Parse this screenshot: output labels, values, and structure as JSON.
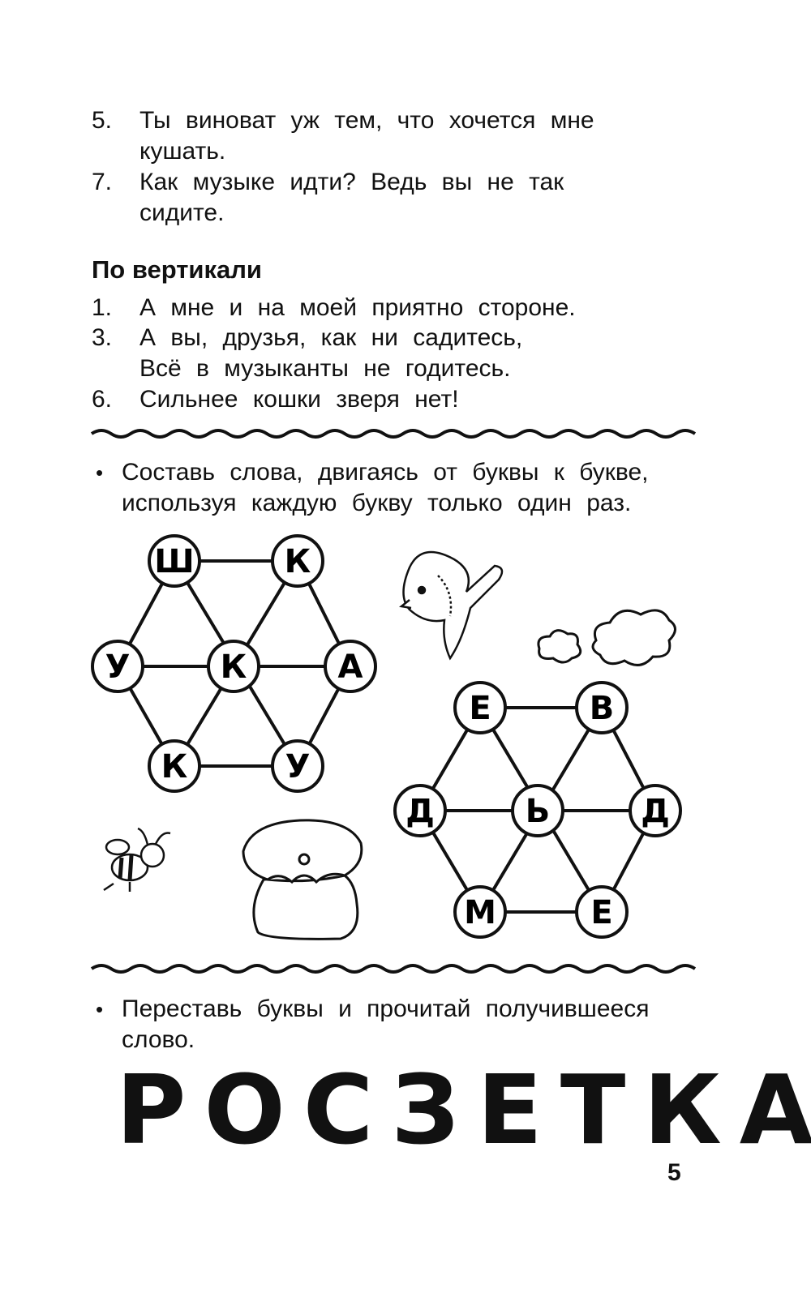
{
  "horizontal_items": [
    {
      "num": "5.",
      "lines": [
        "Ты виноват уж тем, что хочется мне",
        "кушать."
      ]
    },
    {
      "num": "7.",
      "lines": [
        "Как музыке идти? Ведь вы не так",
        "сидите."
      ]
    }
  ],
  "vertical": {
    "heading": "По вертикали",
    "items": [
      {
        "num": "1.",
        "lines": [
          "А мне и на моей приятно стороне."
        ]
      },
      {
        "num": "3.",
        "lines": [
          "А вы, друзья, как ни садитесь,",
          "Всё в музыканты не годитесь."
        ]
      },
      {
        "num": "6.",
        "lines": [
          "Сильнее кошки зверя нет!"
        ]
      }
    ]
  },
  "task1": {
    "bullet": "•",
    "lines": [
      "Составь слова, двигаясь от буквы к букве,",
      "используя каждую букву только один раз."
    ]
  },
  "hex1": {
    "top_left": "Ш",
    "top_right": "К",
    "left": "У",
    "center": "К",
    "right": "А",
    "bottom_left": "К",
    "bottom_right": "У"
  },
  "hex2": {
    "top_left": "Е",
    "top_right": "В",
    "left": "Д",
    "center": "Ь",
    "right": "Д",
    "bottom_left": "М",
    "bottom_right": "Е"
  },
  "task2": {
    "bullet": "•",
    "lines": [
      "Переставь буквы и прочитай получившееся",
      "слово."
    ]
  },
  "scrambled_word": "РОСЗЕТКА",
  "page_number": "5"
}
